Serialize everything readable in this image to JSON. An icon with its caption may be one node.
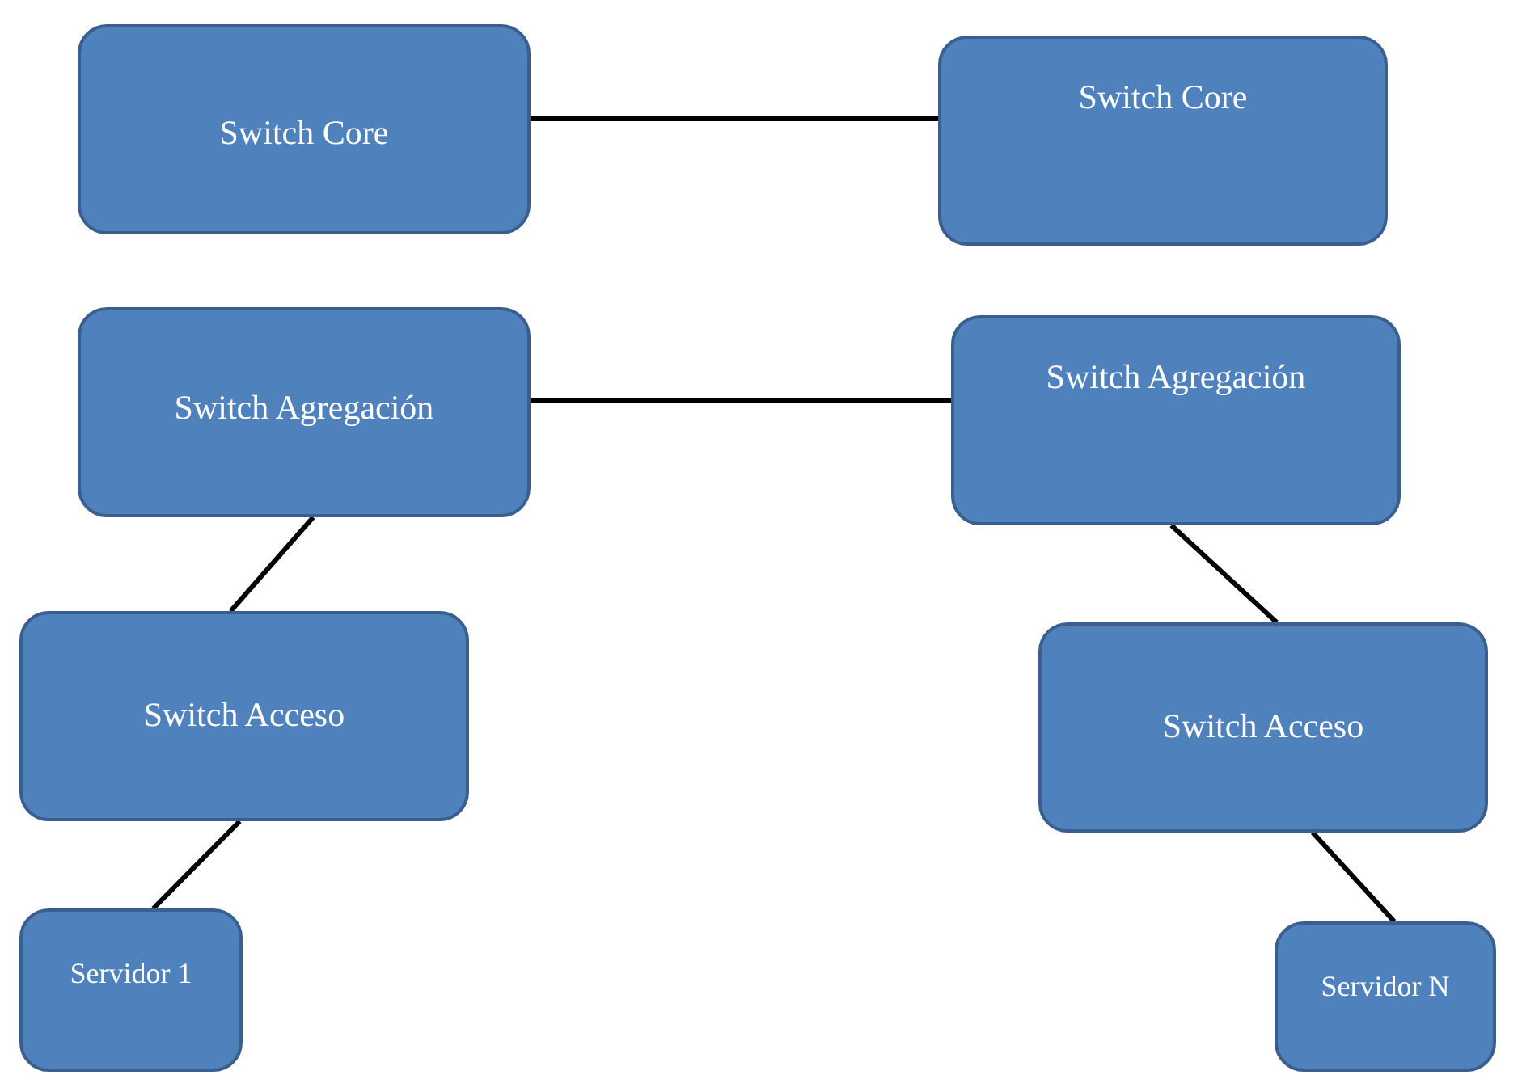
{
  "diagram": {
    "nodes": [
      {
        "text": [
          "Switch Core"
        ]
      },
      {
        "text": [
          "Switch Core"
        ]
      },
      {
        "text": [
          "Switch Agregación"
        ]
      },
      {
        "text": [
          "Switch Agregación"
        ]
      },
      {
        "text": [
          "Switch Acceso"
        ]
      },
      {
        "text": [
          "Switch Acceso"
        ]
      },
      {
        "text": [
          "Servidor 1"
        ]
      },
      {
        "text": [
          "Servidor N"
        ]
      }
    ],
    "edges": [
      {
        "from": 0,
        "to": 1,
        "arrow": "none"
      },
      {
        "from": 2,
        "to": 3,
        "arrow": "none"
      },
      {
        "from": 2,
        "to": 4,
        "arrow": "none"
      },
      {
        "from": 4,
        "to": 6,
        "arrow": "none"
      },
      {
        "from": 3,
        "to": 5,
        "arrow": "none"
      },
      {
        "from": 5,
        "to": 7,
        "arrow": "none"
      }
    ]
  }
}
